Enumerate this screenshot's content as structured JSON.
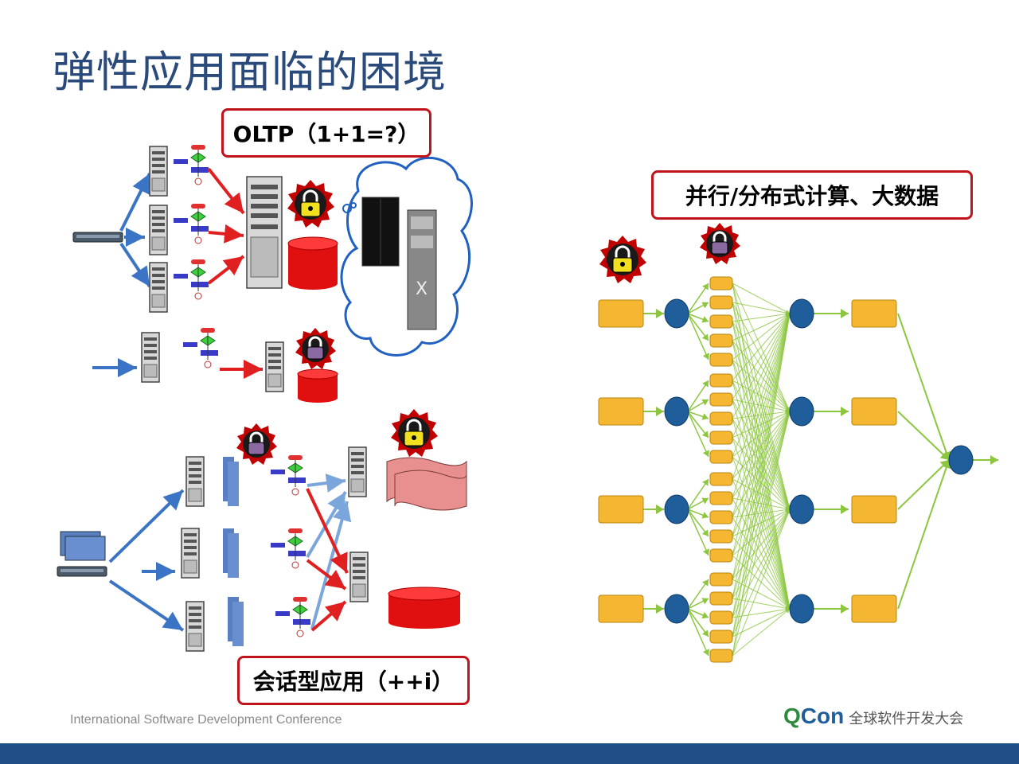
{
  "slide": {
    "title": "弹性应用面临的困境",
    "labels": {
      "oltp": "OLTP（1+1=?）",
      "parallel": "并行/分布式计算、大数据",
      "session": "会话型应用（++i）"
    }
  },
  "footer": {
    "conference": "International Software Development Conference",
    "brand_q": "Q",
    "brand_con": "Con",
    "brand_sub": "全球软件开发大会"
  },
  "colors": {
    "title": "#2a4a7c",
    "label_border": "#c0141c",
    "blue_arrow": "#3b74c4",
    "red_arrow": "#e02020",
    "database": "#e01010",
    "lock_burst": "#c00000",
    "node_rect": "#f5b731",
    "node_circle": "#1f5e9a",
    "edge": "#8cc63f",
    "bottom_bar": "#1f4e86"
  },
  "icons": [
    "server-icon",
    "switch-icon",
    "database-icon",
    "lock-icon",
    "cloud-icon",
    "flowchart-icon",
    "document-stack-icon"
  ]
}
